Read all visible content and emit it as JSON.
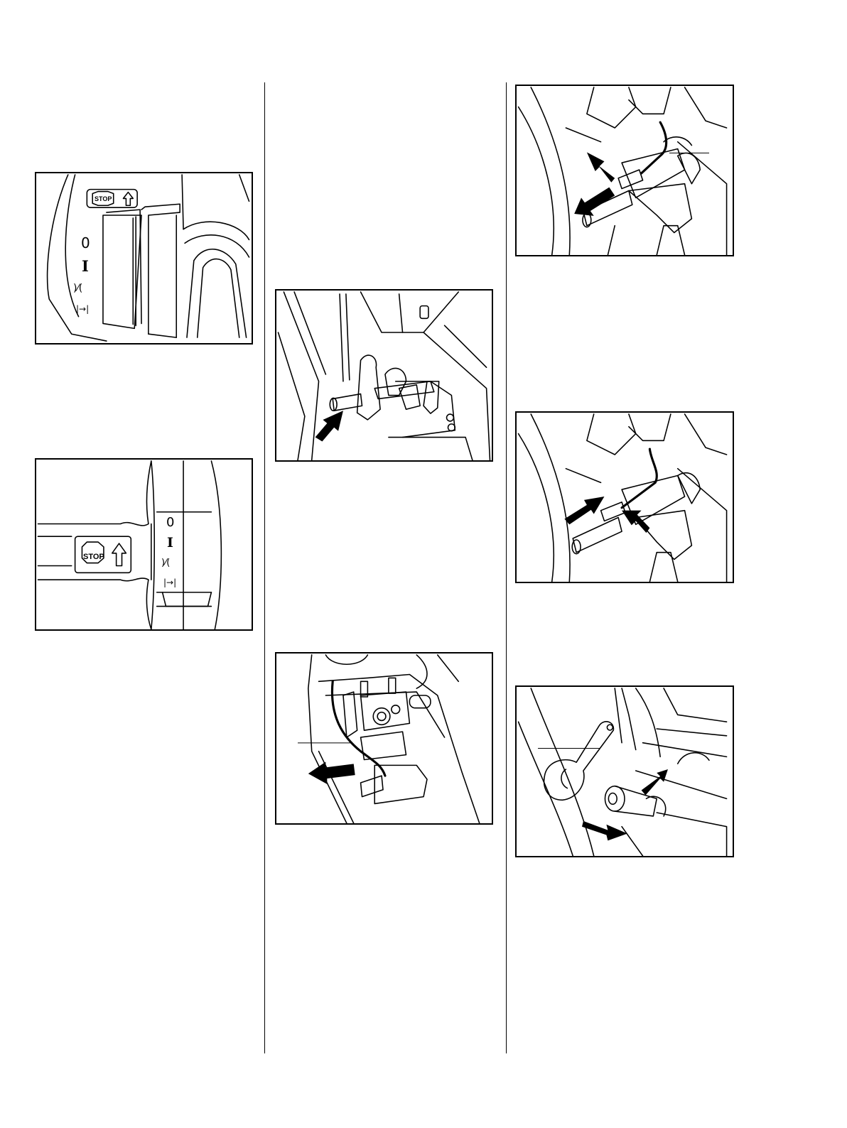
{
  "figures": {
    "switch_top": {
      "stop_label": "STOP",
      "symbols": [
        "0",
        "I",
        ")⁄(",
        "|→|"
      ]
    },
    "switch_side": {
      "stop_label": "STOP",
      "symbols": [
        "0",
        "I",
        ")⁄(",
        "|→|"
      ]
    },
    "throttle_rod": {},
    "carburetor": {},
    "cable_remove": {},
    "cable_install": {},
    "wrench_fit": {}
  },
  "icons": [
    "stop-icon",
    "up-arrow-icon",
    "push-arrow-icon",
    "pull-arrow-icon"
  ],
  "colors": {
    "ink": "#000000",
    "paper": "#ffffff"
  }
}
